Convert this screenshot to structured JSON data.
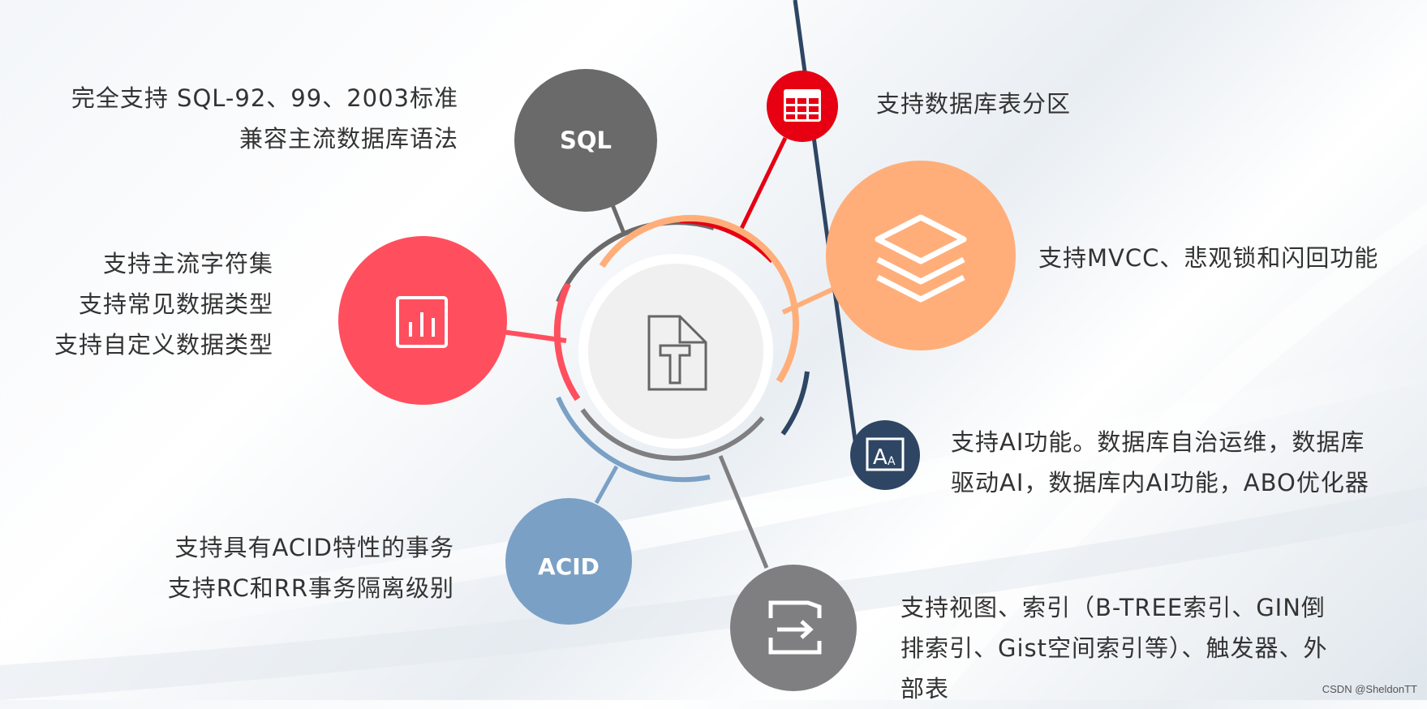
{
  "nodes": {
    "sql": {
      "label": "SQL",
      "color": "#6b6a6b",
      "lines": [
        "完全支持 SQL-92、99、2003标准",
        "兼容主流数据库语法"
      ]
    },
    "partition": {
      "icon": "table-icon",
      "color": "#e60012",
      "lines": [
        "支持数据库表分区"
      ]
    },
    "mvcc": {
      "icon": "layers-icon",
      "color": "#ffae7a",
      "lines": [
        "支持MVCC、悲观锁和闪回功能"
      ]
    },
    "charset": {
      "icon": "bar-chart-icon",
      "color": "#ff4f5e",
      "lines": [
        "支持主流字符集",
        "支持常见数据类型",
        "支持自定义数据类型"
      ]
    },
    "ai": {
      "icon": "font-icon",
      "color": "#2e4663",
      "lines": [
        "支持AI功能。数据库自治运维，数据库",
        "驱动AI，数据库内AI功能，ABO优化器"
      ]
    },
    "acid": {
      "label": "ACID",
      "color": "#7aa0c5",
      "lines": [
        "支持具有ACID特性的事务",
        "支持RC和RR事务隔离级别"
      ]
    },
    "index": {
      "icon": "export-icon",
      "color": "#7f7f81",
      "lines": [
        "支持视图、索引（B-TREE索引、GIN倒",
        "排索引、Gist空间索引等）、触发器、外",
        "部表"
      ]
    }
  },
  "center": {
    "icon": "document-t-icon"
  },
  "watermark": "CSDN @SheldonTT"
}
